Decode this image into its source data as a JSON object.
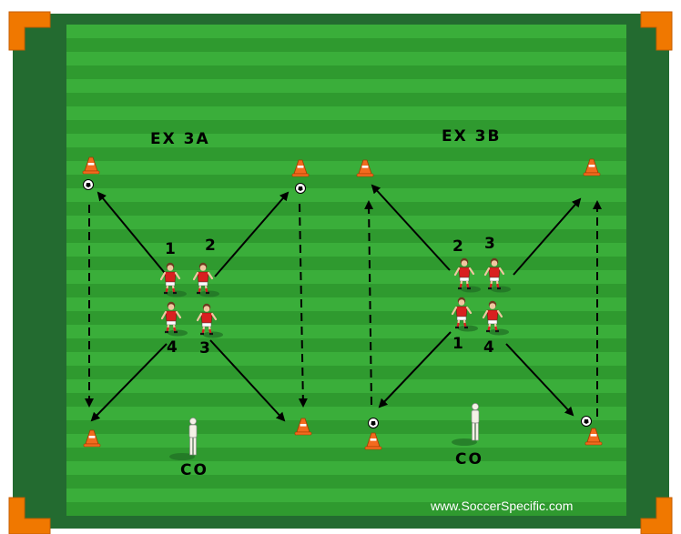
{
  "exercise_a": {
    "title": "EX  3A",
    "player_numbers": [
      "1",
      "2",
      "4",
      "3"
    ],
    "coach_label": "CO"
  },
  "exercise_b": {
    "title": "EX 3B",
    "player_numbers": [
      "2",
      "3",
      "1",
      "4"
    ],
    "coach_label": "CO"
  },
  "footer": {
    "website": "www.SoccerSpecific.com"
  },
  "colors": {
    "border_dark": "#236b30",
    "stripe_light": "#3aae3a",
    "stripe_dark": "#2f9a2f",
    "corner": "#f07800",
    "cone": "#f26a1e",
    "jersey": "#d82020",
    "coach": "#f4f1e6"
  },
  "icons": [
    "cone-icon",
    "ball-icon",
    "player-icon",
    "coach-icon",
    "arrow-icon",
    "corner-bracket-icon"
  ]
}
